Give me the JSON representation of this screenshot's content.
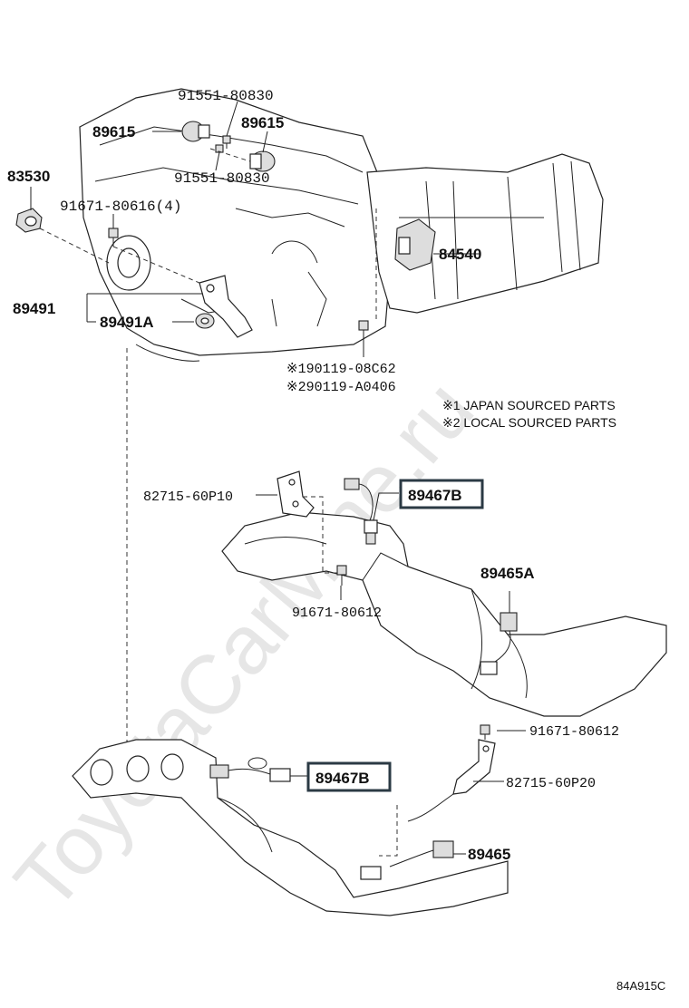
{
  "watermark": "ToyotaCarMine.ru",
  "diagram_id": "84A915C",
  "notes": {
    "note1": "※1 JAPAN SOURCED PARTS",
    "note2": "※2 LOCAL SOURCED PARTS"
  },
  "labels": {
    "p91551_top": "91551-80830",
    "p89615_left": "89615",
    "p89615_right": "89615",
    "p91551_mid": "91551-80830",
    "p83530": "83530",
    "p91671_616": "91671-80616(4)",
    "p84540": "84540",
    "p89491": "89491",
    "p89491A": "89491A",
    "p90119_1": "※190119-08C62",
    "p90119_2": "※290119-A0406",
    "p82715_10": "82715-60P10",
    "p89467B_top": "89467B",
    "p89465A": "89465A",
    "p91671_612_a": "91671-80612",
    "p91671_612_b": "91671-80612",
    "p89467B_bottom": "89467B",
    "p82715_20": "82715-60P20",
    "p89465": "89465"
  }
}
